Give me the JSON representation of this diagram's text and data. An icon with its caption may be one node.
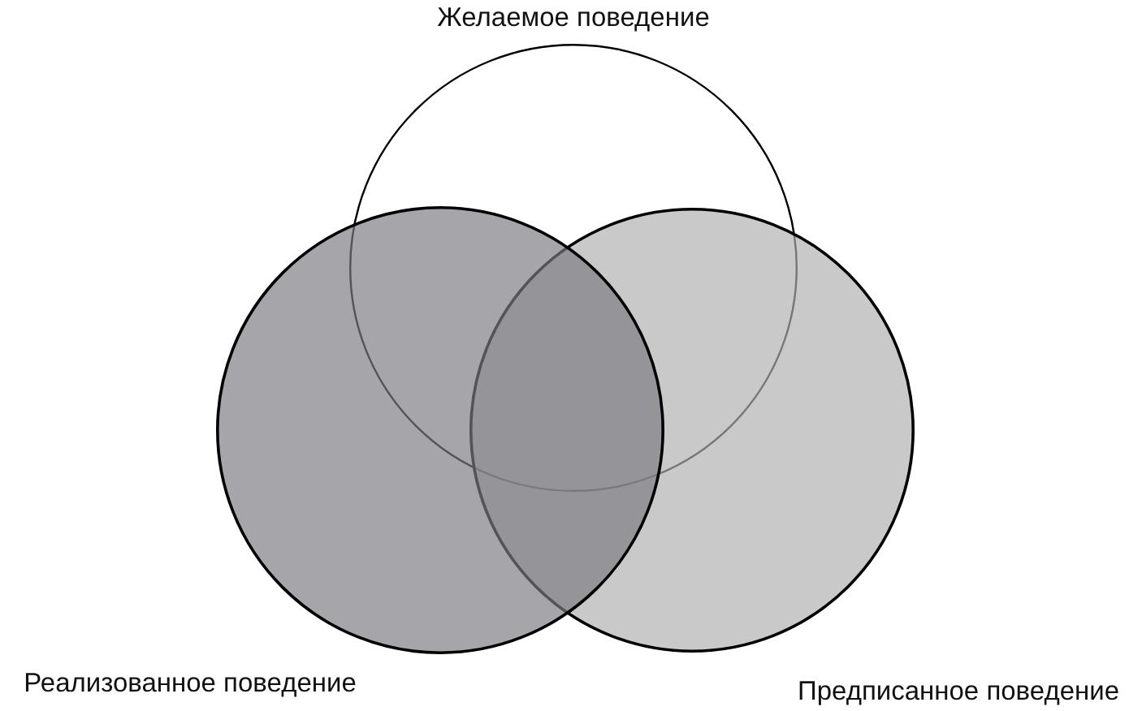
{
  "diagram": {
    "nodes": [
      {
        "text": [
          "Желаемое поведение"
        ]
      },
      {
        "text": [
          "Реализованное поведение"
        ]
      },
      {
        "text": [
          "Предписанное поведение"
        ]
      }
    ]
  }
}
